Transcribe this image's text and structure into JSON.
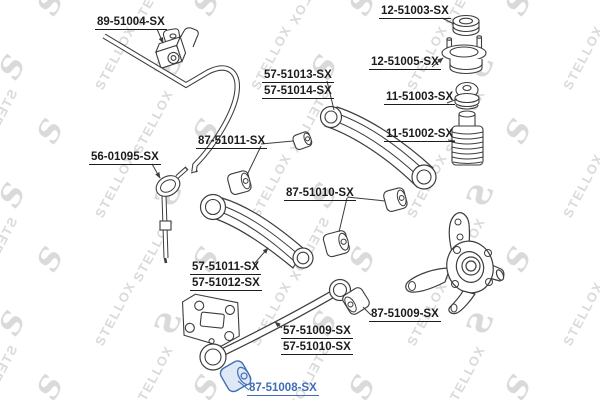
{
  "diagram": {
    "watermark": {
      "text": "STELLOX",
      "glyph": "S"
    },
    "highlighted_part": "87-51008-SX",
    "labels": [
      {
        "id": "89-51004",
        "text": "89-51004-SX",
        "highlighted": false
      },
      {
        "id": "12-51003",
        "text": "12-51003-SX",
        "highlighted": false
      },
      {
        "id": "12-51005",
        "text": "12-51005-SX",
        "highlighted": false
      },
      {
        "id": "11-51003",
        "text": "11-51003-SX",
        "highlighted": false
      },
      {
        "id": "11-51002",
        "text": "11-51002-SX",
        "highlighted": false
      },
      {
        "id": "57-51013",
        "text": "57-51013-SX",
        "highlighted": false
      },
      {
        "id": "57-51014",
        "text": "57-51014-SX",
        "highlighted": false
      },
      {
        "id": "87-51011",
        "text": "87-51011-SX",
        "highlighted": false
      },
      {
        "id": "56-01095",
        "text": "56-01095-SX",
        "highlighted": false
      },
      {
        "id": "87-51010",
        "text": "87-51010-SX",
        "highlighted": false
      },
      {
        "id": "57-51011",
        "text": "57-51011-SX",
        "highlighted": false
      },
      {
        "id": "57-51012",
        "text": "57-51012-SX",
        "highlighted": false
      },
      {
        "id": "57-51009",
        "text": "57-51009-SX",
        "highlighted": false
      },
      {
        "id": "57-51010",
        "text": "57-51010-SX",
        "highlighted": false
      },
      {
        "id": "87-51009",
        "text": "87-51009-SX",
        "highlighted": false
      },
      {
        "id": "87-51008",
        "text": "87-51008-SX",
        "highlighted": true
      }
    ],
    "parts": [
      "stabilizer-bar",
      "stabilizer-bushing-with-bracket",
      "strut-bearing",
      "strut-mount",
      "bump-stop",
      "dust-boot",
      "upper-lateral-arm",
      "arm-bushing",
      "stabilizer-link",
      "lateral-arm",
      "mounting-bracket-plate",
      "trailing-arm",
      "trailing-arm-bushing",
      "highlighted-bushing",
      "steering-knuckle"
    ]
  },
  "colors": {
    "line": "#3d3d3d",
    "label": "#1c1c1c",
    "highlight": "#3f6db8",
    "highlight_fill": "#dfe8f5",
    "watermark": "#dadada",
    "background": "#ffffff"
  }
}
